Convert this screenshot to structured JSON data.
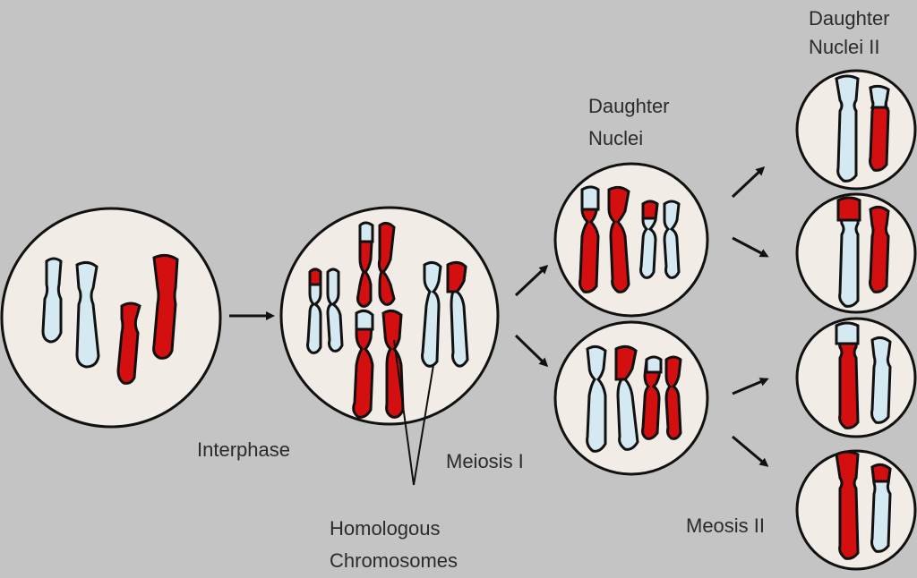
{
  "labels": {
    "interphase": "Interphase",
    "meiosis_1": "Meiosis I",
    "meiosis_2": "Meosis II",
    "homologous_line1": "Homologous",
    "homologous_line2": "Chromosomes",
    "daughter_nuclei_line1": "Daughter",
    "daughter_nuclei_line2": "Nuclei",
    "daughter_nuclei_2_line1": "Daughter",
    "daughter_nuclei_2_line2": "Nuclei II"
  },
  "colors": {
    "background": "#c4c4c4",
    "cell_fill": "#f1ece6",
    "outline": "#111111",
    "maternal_red": "#d40f0f",
    "paternal_blue": "#d4e9f1"
  }
}
